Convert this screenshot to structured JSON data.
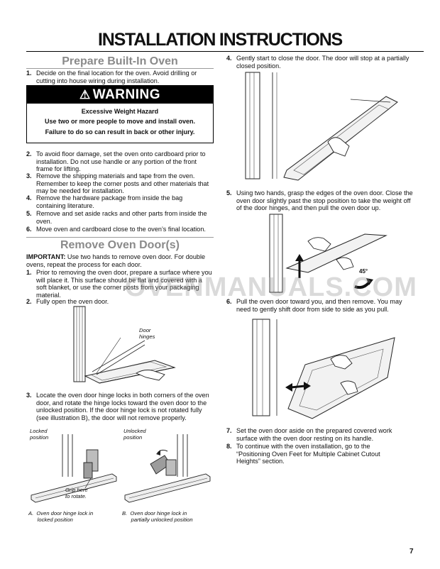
{
  "title": "INSTALLATION INSTRUCTIONS",
  "section1": {
    "heading": "Prepare Built-In Oven",
    "step1": {
      "num": "1.",
      "text": "Decide on the final location for the oven. Avoid drilling or cutting into house wiring during installation."
    },
    "warning": {
      "label": "WARNING",
      "hazard": "Excessive Weight Hazard",
      "line1": "Use two or more people to move and install oven.",
      "line2": "Failure to do so can result in back or other injury."
    },
    "steps": [
      {
        "num": "2.",
        "text": "To avoid floor damage, set the oven onto cardboard prior to installation. Do not use handle or any portion of the front frame for lifting."
      },
      {
        "num": "3.",
        "text": "Remove the shipping materials and tape from the oven. Remember to keep the corner posts and other materials that may be needed for installation."
      },
      {
        "num": "4.",
        "text": "Remove the hardware package from inside the bag containing literature."
      },
      {
        "num": "5.",
        "text": "Remove and set aside racks and other parts from inside the oven."
      },
      {
        "num": "6.",
        "text": "Move oven and cardboard close to the oven’s final location."
      }
    ]
  },
  "section2": {
    "heading": "Remove Oven Door(s)",
    "important_label": "IMPORTANT:",
    "important_text": " Use two hands to remove oven door. For double ovens, repeat the process for each door.",
    "step1": {
      "num": "1.",
      "text": "Prior to removing the oven door, prepare a surface where you will place it. This surface should be flat and covered with a soft blanket, or use the corner posts from your packaging material."
    },
    "step2": {
      "num": "2.",
      "text": "Fully open the oven door."
    },
    "door_hinges_label": "Door\nhinges",
    "step3": {
      "num": "3.",
      "text": "Locate the oven door hinge locks in both corners of the oven door, and rotate the hinge locks toward the oven door to the unlocked position. If the door hinge lock is not rotated fully (see illustration B), the door will not remove properly."
    },
    "locked_label": "Locked\nposition",
    "unlocked_label": "Unlocked\nposition",
    "grip_label": "Grip here\nto rotate.",
    "caption_a": "A.  Oven door hinge lock in\n      locked position",
    "caption_b": "B.  Oven door hinge lock in\n      partially unlocked position"
  },
  "right": {
    "step4": {
      "num": "4.",
      "text": "Gently start to close the door. The door will stop at a partially closed position."
    },
    "step5": {
      "num": "5.",
      "text": "Using two hands, grasp the edges of the oven door. Close the oven door slightly past the stop position to take the weight off of the door hinges, and then pull the oven door up."
    },
    "angle_label": "45°",
    "step6": {
      "num": "6.",
      "text": "Pull the oven door toward you, and then remove. You may need to gently shift door from side to side as you pull."
    },
    "step7": {
      "num": "7.",
      "text": "Set the oven door aside on the prepared covered work surface with the oven door resting on its handle."
    },
    "step8": {
      "num": "8.",
      "text": "To continue with the oven installation, go to the “Positioning Oven Feet for Multiple Cabinet Cutout Heights” section."
    }
  },
  "watermark": "OVENMANUALS.COM",
  "page_number": "7"
}
